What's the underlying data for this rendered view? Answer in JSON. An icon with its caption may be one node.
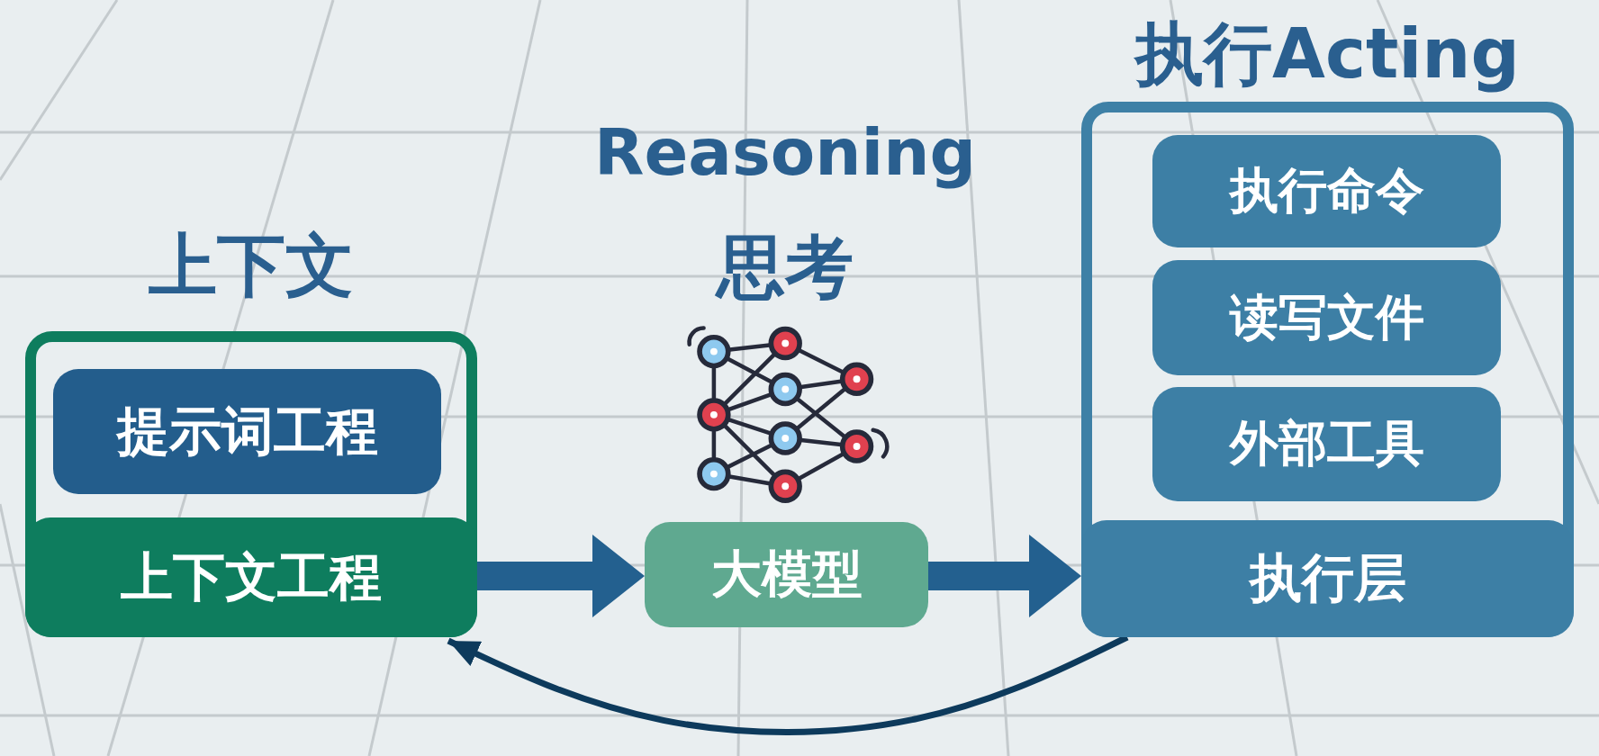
{
  "diagram": {
    "nodes": [
      {
        "text": [
          "上下文"
        ]
      },
      {
        "text": [
          "提示词工程"
        ],
        "in": 0
      },
      {
        "text": [
          "上下文工程"
        ],
        "in": 0
      },
      {
        "text": [
          "大模型"
        ]
      },
      {
        "text": [
          "执行Acting"
        ]
      },
      {
        "text": [
          "执行命令"
        ],
        "in": 4
      },
      {
        "text": [
          "读写文件"
        ],
        "in": 4
      },
      {
        "text": [
          "外部工具"
        ],
        "in": 4
      },
      {
        "text": [
          "执行层"
        ],
        "in": 4
      }
    ],
    "edges": [
      {
        "from": 2,
        "to": 3,
        "arrow": "to",
        "style": "thick"
      },
      {
        "from": 3,
        "to": 8,
        "arrow": "to",
        "style": "thick"
      },
      {
        "from": 8,
        "to": 2,
        "arrow": "to",
        "color": "#0d3a5c"
      }
    ],
    "labels": [
      "Reasoning",
      "思考"
    ]
  }
}
